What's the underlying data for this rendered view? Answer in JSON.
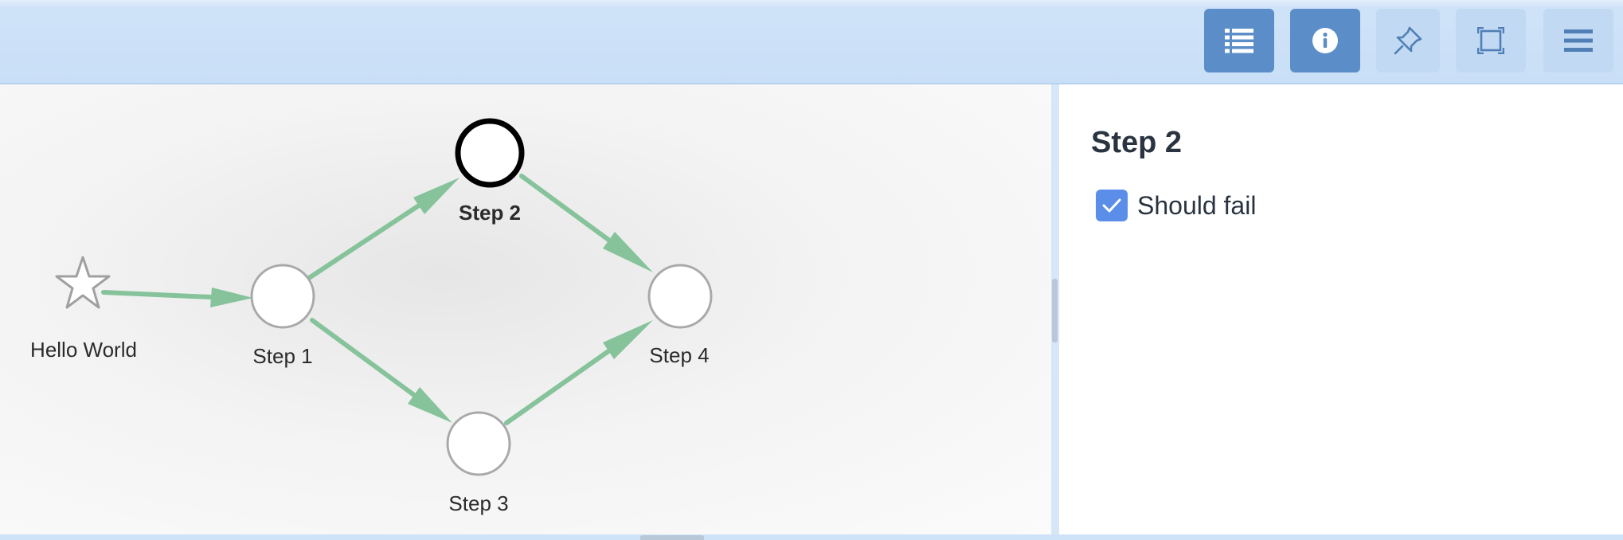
{
  "toolbar": {
    "buttons": [
      {
        "name": "list-view",
        "icon": "list-icon",
        "state": "active"
      },
      {
        "name": "info",
        "icon": "info-icon",
        "state": "active"
      },
      {
        "name": "pin",
        "icon": "pin-icon",
        "state": "inactive"
      },
      {
        "name": "fit-screen",
        "icon": "fit-screen-icon",
        "state": "inactive"
      },
      {
        "name": "menu",
        "icon": "hamburger-menu-icon",
        "state": "inactive"
      }
    ]
  },
  "graph": {
    "nodes": [
      {
        "id": "hello-world",
        "label": "Hello World",
        "shape": "star"
      },
      {
        "id": "step-1",
        "label": "Step 1",
        "shape": "circle"
      },
      {
        "id": "step-2",
        "label": "Step 2",
        "shape": "circle",
        "selected": true
      },
      {
        "id": "step-3",
        "label": "Step 3",
        "shape": "circle"
      },
      {
        "id": "step-4",
        "label": "Step 4",
        "shape": "circle"
      }
    ],
    "edges": [
      {
        "from": "hello-world",
        "to": "step-1"
      },
      {
        "from": "step-1",
        "to": "step-2"
      },
      {
        "from": "step-1",
        "to": "step-3"
      },
      {
        "from": "step-2",
        "to": "step-4"
      },
      {
        "from": "step-3",
        "to": "step-4"
      }
    ],
    "colors": {
      "edge": "#86c39b",
      "node_fill": "#ffffff",
      "node_stroke": "#a9a9a9",
      "selected_stroke": "#000000"
    }
  },
  "details": {
    "title": "Step 2",
    "checkbox": {
      "label": "Should fail",
      "checked": true
    }
  },
  "colors": {
    "toolbar_bg": "#c9dff7",
    "active_button": "#5b8ec8",
    "checkbox": "#5b8ee8"
  }
}
